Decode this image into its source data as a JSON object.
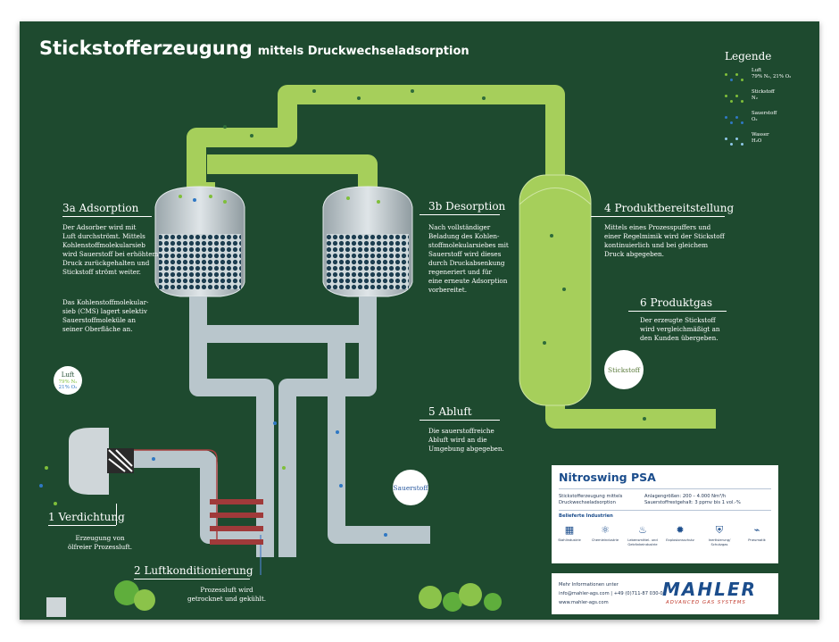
{
  "header": {
    "title": "Stickstofferzeugung",
    "subtitle": "mittels Druckwechseladsorption"
  },
  "legend": {
    "title": "Legende",
    "items": [
      {
        "label": "Luft\n79% N₂, 21% O₂",
        "colors": [
          "#c8d9c0",
          "#7fbf3a",
          "#2f78c4"
        ]
      },
      {
        "label": "Stickstoff\nN₂",
        "colors": [
          "#7fbf3a"
        ]
      },
      {
        "label": "Sauerstoff\nO₂",
        "colors": [
          "#2f78c4"
        ]
      },
      {
        "label": "Wasser\nH₂O",
        "colors": [
          "#8fc8e8"
        ]
      }
    ]
  },
  "sections": {
    "s1": {
      "title": "1 Verdichtung",
      "text": "Erzeugung von\nölfreier Prozessluft."
    },
    "s2": {
      "title": "2 Luftkonditionierung",
      "text": "Prozessluft wird\ngetrocknet und gekühlt."
    },
    "s3a": {
      "title": "3a Adsorption",
      "text": "Der Adsorber wird mit\nLuft durchströmt. Mittels\nKohlenstoffmolekularsieb\nwird Sauerstoff bei erhöhtem\nDruck zurückgehalten und\nStickstoff strömt weiter.",
      "text2": "Das Kohlenstoffmolekular-\nsieb (CMS) lagert selektiv\nSauerstoffmoleküle an\nseiner Oberfläche an."
    },
    "s3b": {
      "title": "3b Desorption",
      "text": "Nach vollständiger\nBeladung des Kohlen-\nstoffmolekularsiebes mit\nSauerstoff wird dieses\ndurch Druckabsenkung\nregeneriert und für\neine erneute Adsorption\nvorbereitet."
    },
    "s4": {
      "title": "4 Produktbereitstellung",
      "text": "Mittels eines Prozesspuffers und\neiner Regelmimik wird der Stickstoff\nkontinuierlich und bei gleichem\nDruck abgegeben."
    },
    "s5": {
      "title": "5 Abluft",
      "text": "Die sauerstoffreiche\nAbluft wird an die\nUmgebung abgegeben."
    },
    "s6": {
      "title": "6 Produktgas",
      "text": "Der erzeugte Stickstoff\nwird vergleichmäßigt an\nden Kunden übergeben."
    }
  },
  "bubbles": {
    "luft": {
      "title": "Luft",
      "line1": "79% N₂",
      "line2": "21% O₂"
    },
    "sauerstoff": "Sauerstoff",
    "stickstoff": "Stickstoff"
  },
  "card": {
    "title": "Nitroswing PSA",
    "left_text": "Stickstofferzeugung mittels\nDruckwechseladsorption",
    "right_text": "Anlagengrößen:  200 – 4.000 Nm³/h\nSauerstoffrestgehalt:  3 ppmv bis 1 vol.-%",
    "industries_title": "Belieferte Industrien",
    "industries": [
      {
        "label": "Stahlindustrie",
        "icon": "▦"
      },
      {
        "label": "Chemieindustrie",
        "icon": "⚛"
      },
      {
        "label": "Lebensmittel- und\nGetränkeindustrie",
        "icon": "♨"
      },
      {
        "label": "Explosionsschutz",
        "icon": "✹"
      },
      {
        "label": "Inertisierung/\nSchutzgas",
        "icon": "⛨"
      },
      {
        "label": "Pneumatik",
        "icon": "⌁"
      }
    ],
    "contact_title": "Mehr Informationen unter",
    "contact_line": "info@mahler-ags.com | +49 (0)711-87 030-0",
    "website": "www.mahler-ags.com",
    "logo": "MAHLER",
    "logo_sub": "ADVANCED GAS SYSTEMS"
  }
}
